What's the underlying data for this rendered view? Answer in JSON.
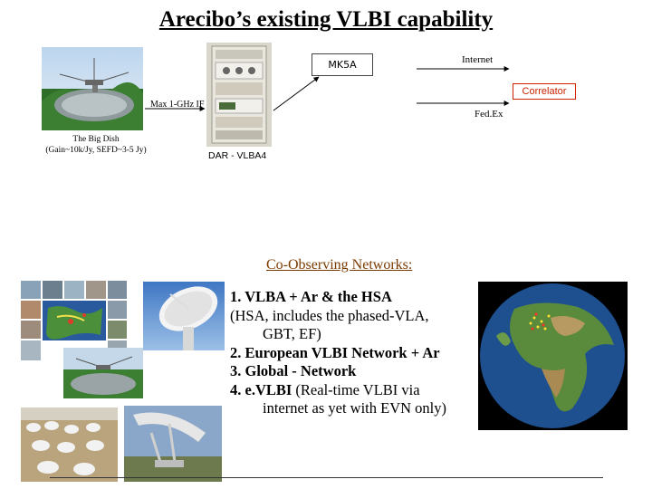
{
  "title": "Arecibo’s existing VLBI capability",
  "top_diagram": {
    "mk5a_label": "MK5A",
    "internet_label": "Internet",
    "correlator_label": "Correlator",
    "fedex_label": "Fed.Ex",
    "if_label": "Max 1-GHz IF",
    "dar_label": "DAR - VLBA4",
    "dish_caption_line1": "The Big Dish",
    "dish_caption_line2": "(Gain~10k/Jy, SEFD~3-5 Jy)"
  },
  "networks": {
    "heading": "Co-Observing Networks:",
    "item1": "1. VLBA + Ar  & the HSA",
    "item1_detail_a": " (HSA, includes the phased-VLA,",
    "item1_detail_b": "GBT, EF)",
    "item2": "2. European VLBI Network + Ar",
    "item3": "3. Global - Network",
    "item4_bold": "4. e.VLBI",
    "item4_rest": " (Real-time VLBI via",
    "item4_detail": "internet as yet with EVN only)"
  },
  "colors": {
    "correlator": "#cc2200",
    "heading": "#7a3b00"
  }
}
